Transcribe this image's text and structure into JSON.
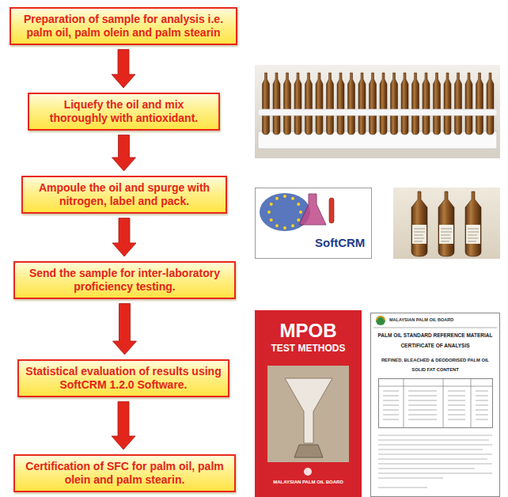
{
  "diagram": {
    "nodes": [
      {
        "text": [
          "Preparation of sample for analysis i.e. palm oil, palm olein and palm stearin"
        ]
      },
      {
        "text": [
          "Liquefy the oil and mix thoroughly with antioxidant."
        ]
      },
      {
        "text": [
          "Ampoule the oil and spurge with nitrogen, label and pack."
        ]
      },
      {
        "text": [
          "Send the sample for inter-laboratory proficiency testing."
        ]
      },
      {
        "text": [
          "Statistical evaluation of results using SoftCRM 1.2.0 Software."
        ]
      },
      {
        "text": [
          "Certification of SFC for palm oil, palm olein and palm stearin."
        ]
      }
    ],
    "edges": [
      {
        "from": 0,
        "to": 1,
        "arrow": "to"
      },
      {
        "from": 1,
        "to": 2,
        "arrow": "to"
      },
      {
        "from": 2,
        "to": 3,
        "arrow": "to"
      },
      {
        "from": 3,
        "to": 4,
        "arrow": "to"
      },
      {
        "from": 4,
        "to": 5,
        "arrow": "to"
      }
    ],
    "labels": [
      "SoftCRM",
      "MPOB",
      "TEST METHODS",
      "MALAYSIAN PALM OIL BOARD",
      "MALAYSIAN PALM OIL BOARD",
      "PALM OIL STANDARD REFERENCE MATERIAL",
      "CERTIFICATE OF ANALYSIS",
      "REFINED, BLEACHED & DEODORISED PALM OIL",
      "SOLID FAT CONTENT"
    ]
  }
}
